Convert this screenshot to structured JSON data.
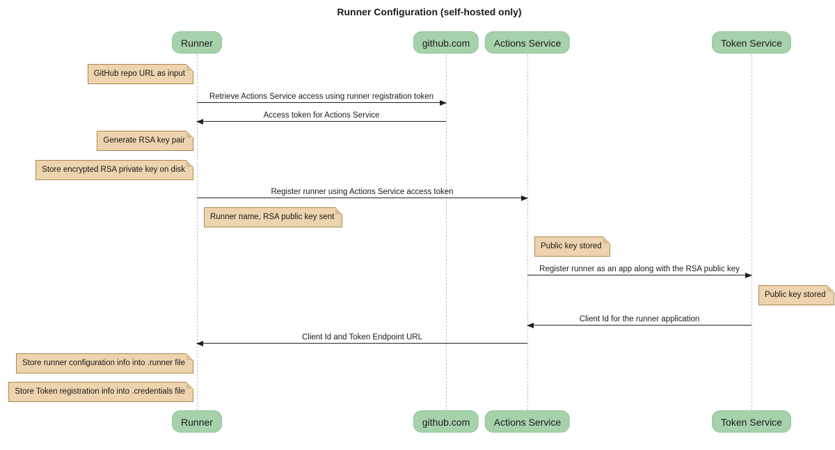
{
  "title": "Runner Configuration (self-hosted only)",
  "colors": {
    "participant_fill": "#a6d2ab",
    "participant_border": "#92c399",
    "note_fill": "#edd3ae",
    "note_border": "#ad874f",
    "note_fold": "#d9bd8e",
    "lifeline": "#c4c4c4",
    "message_line": "#202020"
  },
  "participants": [
    {
      "label": "Runner"
    },
    {
      "label": "github.com"
    },
    {
      "label": "Actions Service"
    },
    {
      "label": "Token Service"
    }
  ],
  "messages": [
    {
      "from": "Runner",
      "to": "github.com",
      "label": "Retrieve Actions Service access using runner registration token"
    },
    {
      "from": "github.com",
      "to": "Runner",
      "label": "Access token for Actions Service"
    },
    {
      "from": "Runner",
      "to": "Actions Service",
      "label": "Register runner using Actions Service access token"
    },
    {
      "from": "Actions Service",
      "to": "Token Service",
      "label": "Register runner as an app along with the RSA public key"
    },
    {
      "from": "Token Service",
      "to": "Actions Service",
      "label": "Client Id for the runner application"
    },
    {
      "from": "Actions Service",
      "to": "Runner",
      "label": "Client Id and Token Endpoint URL"
    }
  ],
  "notes": [
    {
      "position": "left of Runner",
      "label": "GitHub repo URL as input"
    },
    {
      "position": "left of Runner",
      "label": "Generate RSA key pair"
    },
    {
      "position": "left of Runner",
      "label": "Store encrypted RSA private key on disk"
    },
    {
      "position": "right of Runner",
      "label": "Runner name, RSA public key sent"
    },
    {
      "position": "right of Actions Service",
      "label": "Public key stored"
    },
    {
      "position": "right of Token Service",
      "label": "Public key stored"
    },
    {
      "position": "left of Runner",
      "label": "Store runner configuration info into .runner file"
    },
    {
      "position": "left of Runner",
      "label": "Store Token registration info into .credentials file"
    }
  ]
}
